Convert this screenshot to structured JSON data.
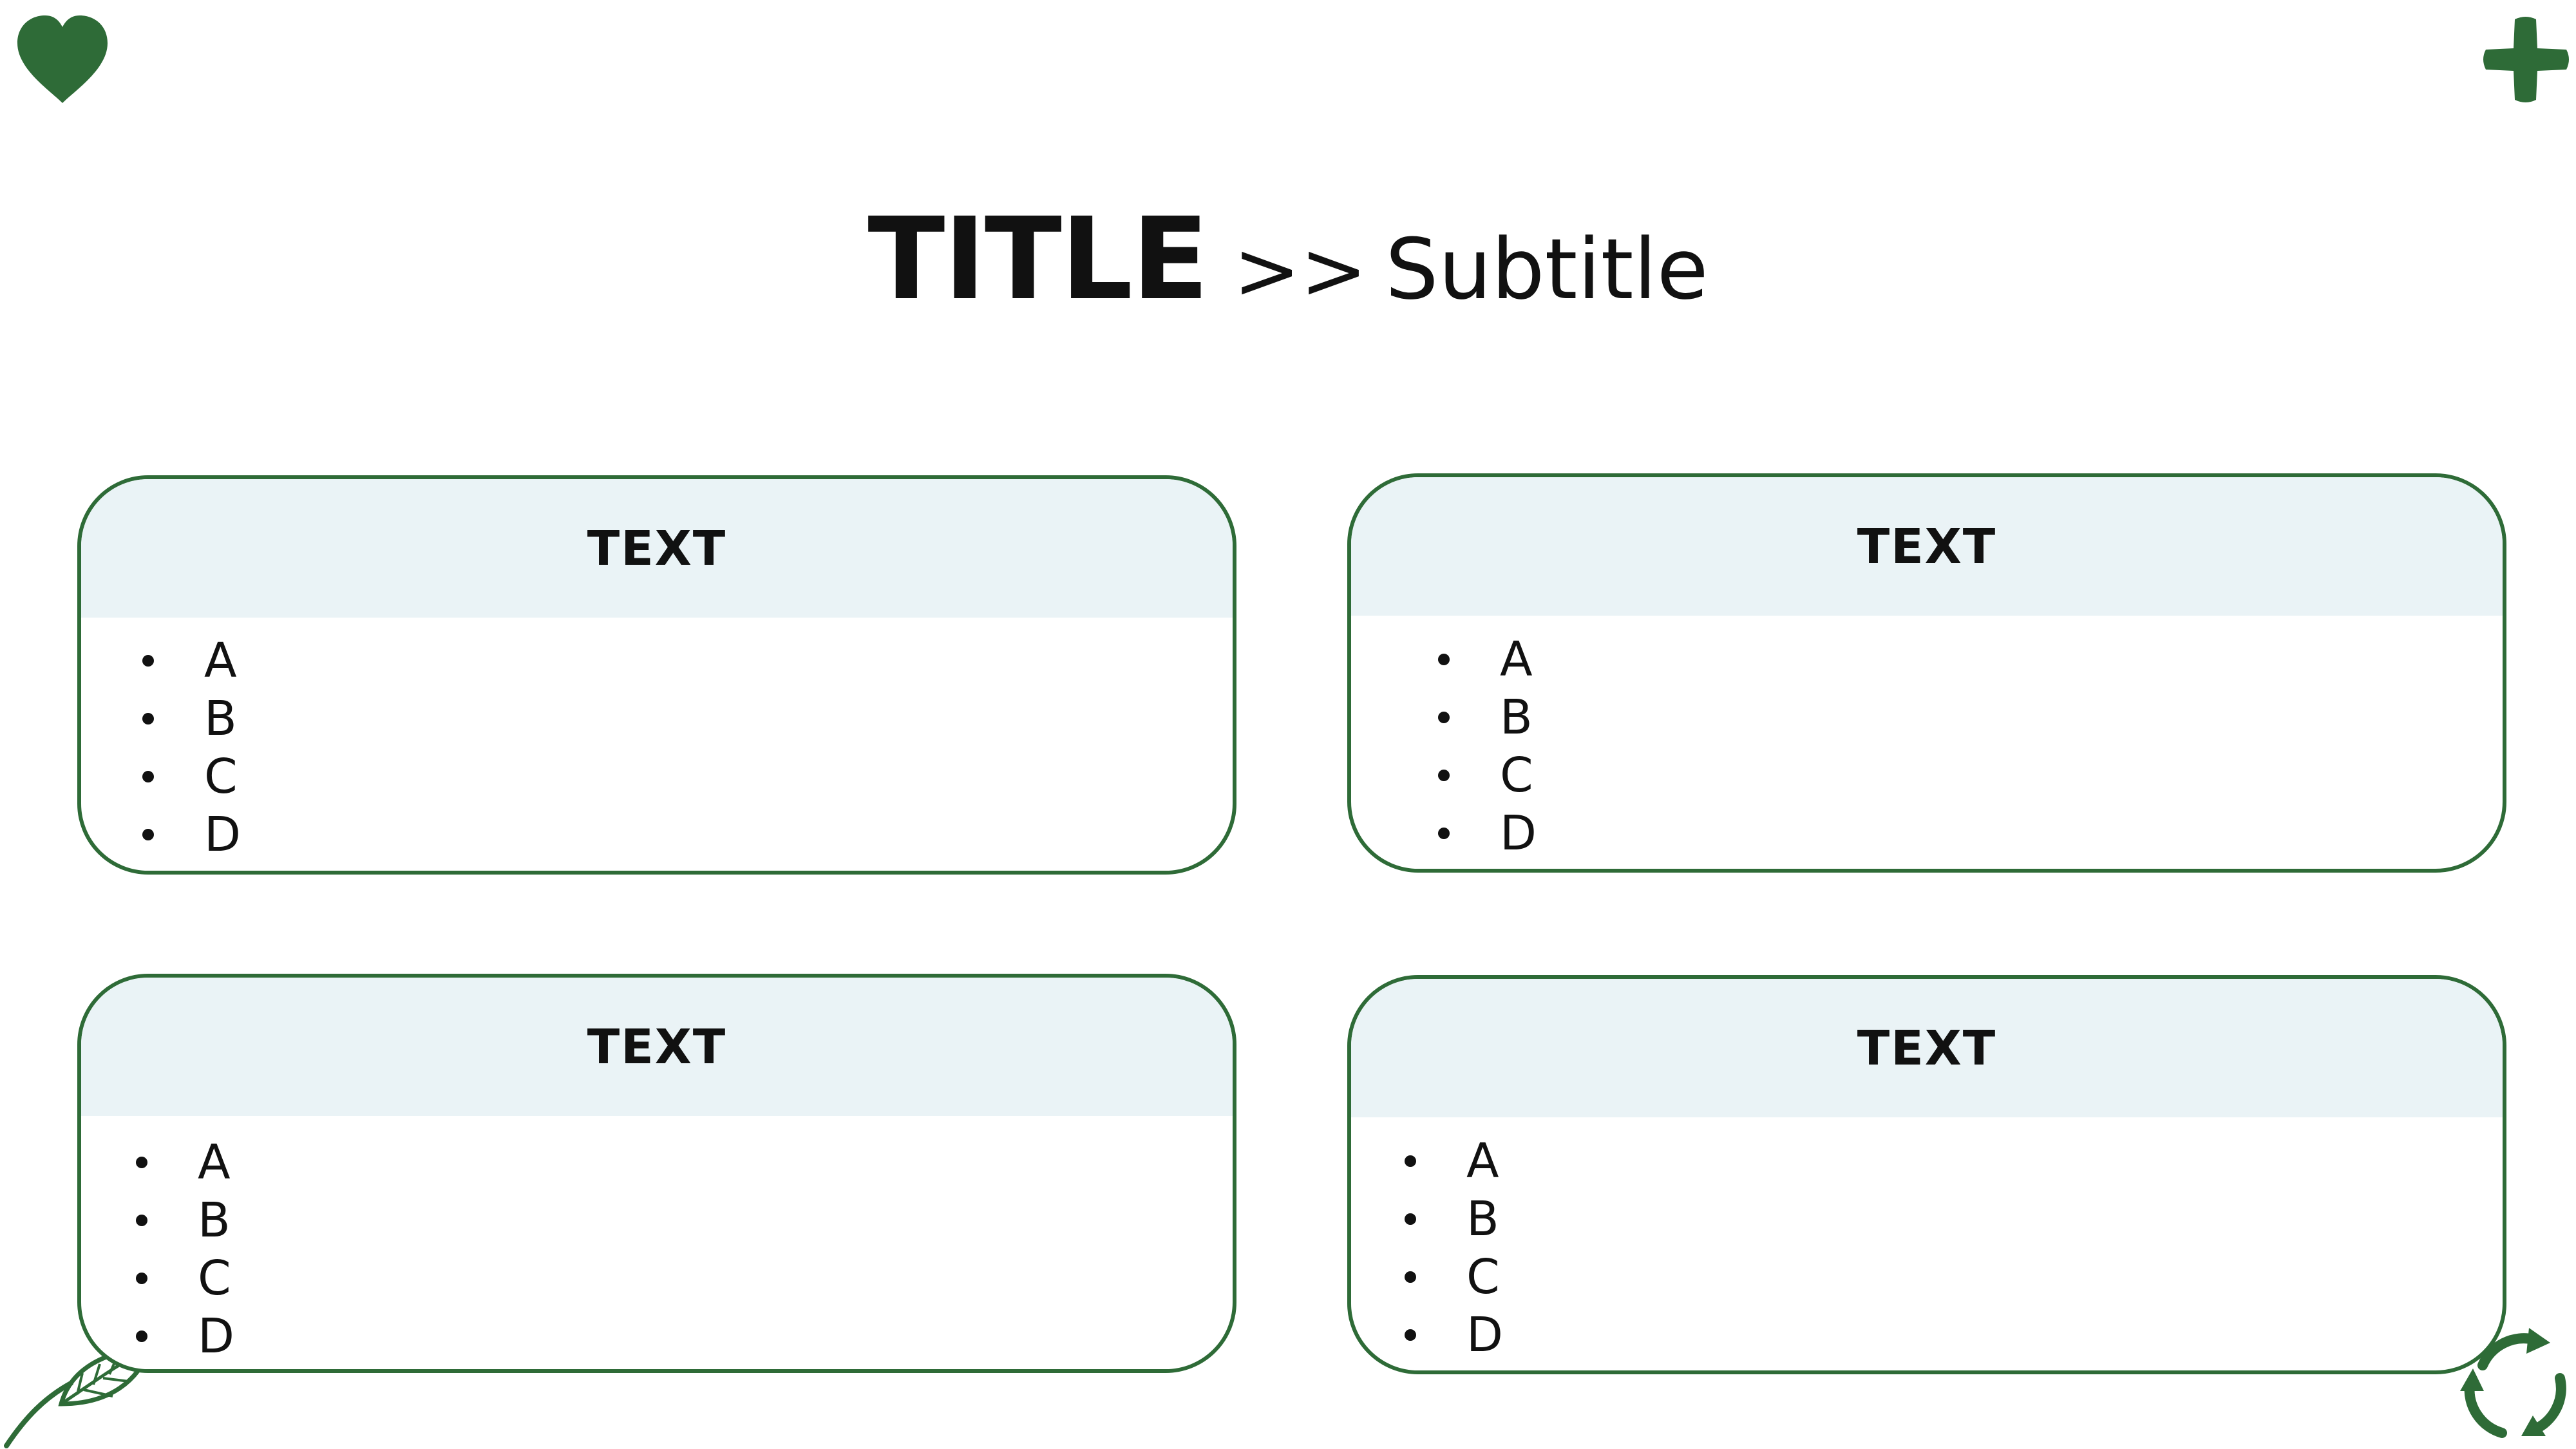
{
  "title": {
    "main": "TITLE",
    "separator": ">>",
    "subtitle": "Subtitle"
  },
  "cards": [
    {
      "heading": "TEXT",
      "items": [
        "A",
        "B",
        "C",
        "D"
      ]
    },
    {
      "heading": "TEXT",
      "items": [
        "A",
        "B",
        "C",
        "D"
      ]
    },
    {
      "heading": "TEXT",
      "items": [
        "A",
        "B",
        "C",
        "D"
      ]
    },
    {
      "heading": "TEXT",
      "items": [
        "A",
        "B",
        "C",
        "D"
      ]
    }
  ],
  "icons": {
    "top_left": "heart-icon",
    "top_right": "plus-icon",
    "bottom_left": "leaf-icon",
    "bottom_right": "recycle-icon"
  },
  "colors": {
    "accent_green": "#2e6b37",
    "header_fill": "#eaf3f6",
    "text": "#111111",
    "background": "#ffffff"
  }
}
